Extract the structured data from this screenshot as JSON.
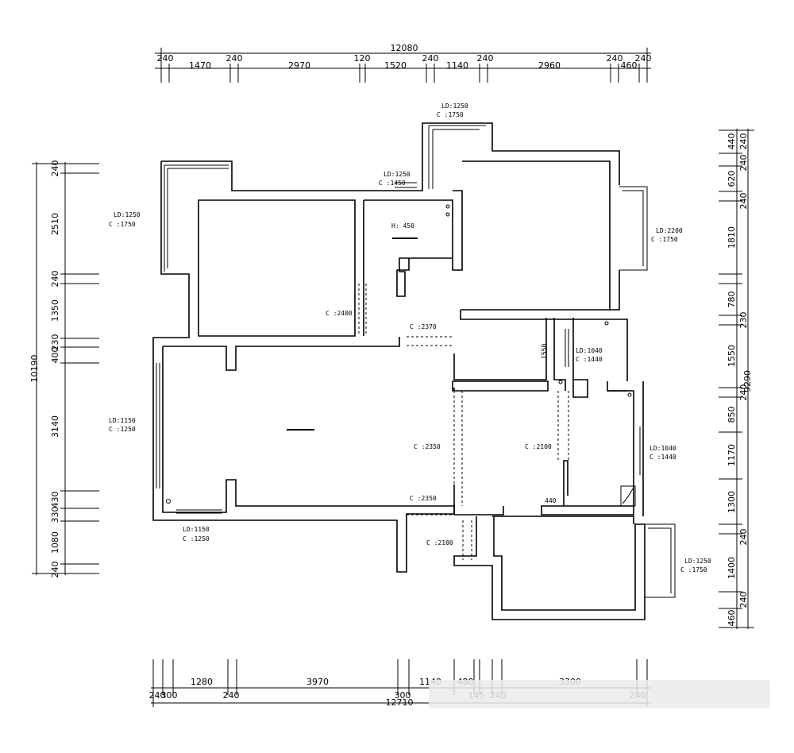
{
  "top_dims": {
    "total": "12080",
    "upper": [
      "240",
      "240",
      "120",
      "240",
      "240",
      "240",
      "240"
    ],
    "lower": [
      "1470",
      "2970",
      "1520",
      "1140",
      "2960",
      "460"
    ]
  },
  "bottom_dims": {
    "total": "12710",
    "upper": [
      "1280",
      "3970",
      "1140",
      "480",
      "3300"
    ],
    "lower": [
      "240",
      "300",
      "240",
      "300",
      "145",
      "240",
      "240"
    ]
  },
  "left_dims": {
    "total": "10190",
    "segments": [
      "240",
      "2510",
      "240",
      "1350",
      "230",
      "400",
      "3140",
      "430",
      "330",
      "1080",
      "240"
    ]
  },
  "right_dims": {
    "total": "9290",
    "segments": [
      "440",
      "240",
      "620",
      "240",
      "1810",
      "240",
      "780",
      "230",
      "1550",
      "240",
      "850",
      "1170",
      "1300",
      "240",
      "1400",
      "240",
      "460"
    ]
  },
  "labels": {
    "w_north": [
      "LD:1250",
      "C :1750"
    ],
    "w_nw": [
      "LD:1250",
      "C :1750"
    ],
    "w_top_mid": [
      "LD:1250",
      "C :1450"
    ],
    "w_east_top": [
      "LD:2200",
      "C :1750"
    ],
    "kitchen_shelf": "H: 450",
    "door_a": "C :2400",
    "door_b": "C :2370",
    "wall_1550": "1550",
    "w_bath": [
      "LD:1040",
      "C :1440"
    ],
    "w_living": [
      "LD:1150",
      "C :1250"
    ],
    "door_c": "C :2350",
    "door_d": "C :2100",
    "w_east_mid": [
      "LD:1040",
      "C :1440"
    ],
    "small_440": "440",
    "door_e": "C :2350",
    "w_south": [
      "LD:1150",
      "C :1250"
    ],
    "door_f": "C :2100",
    "w_se": [
      "LD:1250",
      "C :1750"
    ]
  },
  "colors": {
    "line": "#000000",
    "background": "#ffffff"
  }
}
